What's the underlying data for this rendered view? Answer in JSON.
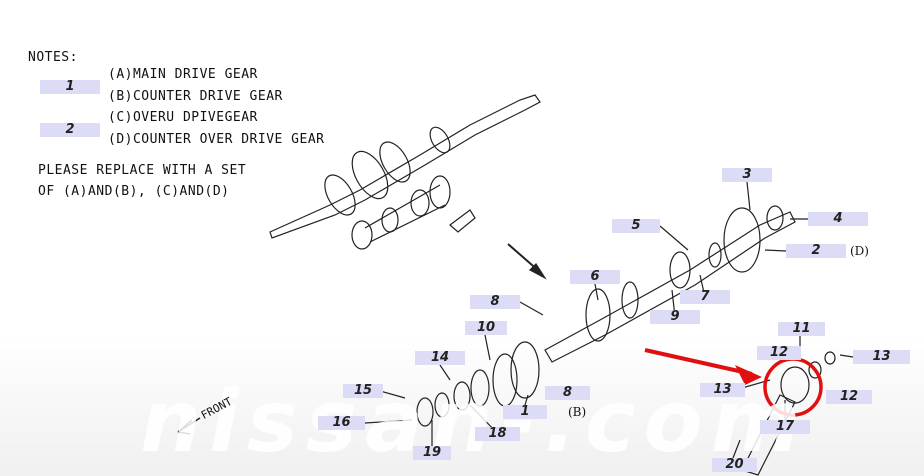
{
  "notes": {
    "heading": "NOTES:",
    "group1": {
      "label": "1",
      "a": "(A)MAIN DRIVE GEAR",
      "b": "(B)COUNTER DRIVE GEAR"
    },
    "group2": {
      "label": "2",
      "c": "(C)OVERU DPIVEGEAR",
      "d": "(D)COUNTER OVER DRIVE GEAR"
    },
    "instruction_line1": "PLEASE REPLACE WITH A SET",
    "instruction_line2": "OF (A)AND(B), (C)AND(D)"
  },
  "callouts": [
    {
      "id": "3",
      "label": "3"
    },
    {
      "id": "4",
      "label": "4"
    },
    {
      "id": "5",
      "label": "5"
    },
    {
      "id": "2d",
      "label": "2",
      "suffix": "(D)"
    },
    {
      "id": "6",
      "label": "6"
    },
    {
      "id": "7",
      "label": "7"
    },
    {
      "id": "8a",
      "label": "8"
    },
    {
      "id": "9",
      "label": "9"
    },
    {
      "id": "10",
      "label": "10"
    },
    {
      "id": "11",
      "label": "11"
    },
    {
      "id": "12a",
      "label": "12"
    },
    {
      "id": "13a",
      "label": "13"
    },
    {
      "id": "14",
      "label": "14"
    },
    {
      "id": "8b",
      "label": "8"
    },
    {
      "id": "13b",
      "label": "13"
    },
    {
      "id": "15",
      "label": "15"
    },
    {
      "id": "12b",
      "label": "12"
    },
    {
      "id": "1b",
      "label": "1",
      "suffix": "(B)"
    },
    {
      "id": "16",
      "label": "16"
    },
    {
      "id": "17",
      "label": "17"
    },
    {
      "id": "18",
      "label": "18"
    },
    {
      "id": "19",
      "label": "19"
    },
    {
      "id": "20",
      "label": "20"
    }
  ],
  "front_label": "FRONT",
  "watermark": "nissan-.com",
  "colors": {
    "label_bg": "#dcdcf6",
    "highlight": "#e01010"
  }
}
